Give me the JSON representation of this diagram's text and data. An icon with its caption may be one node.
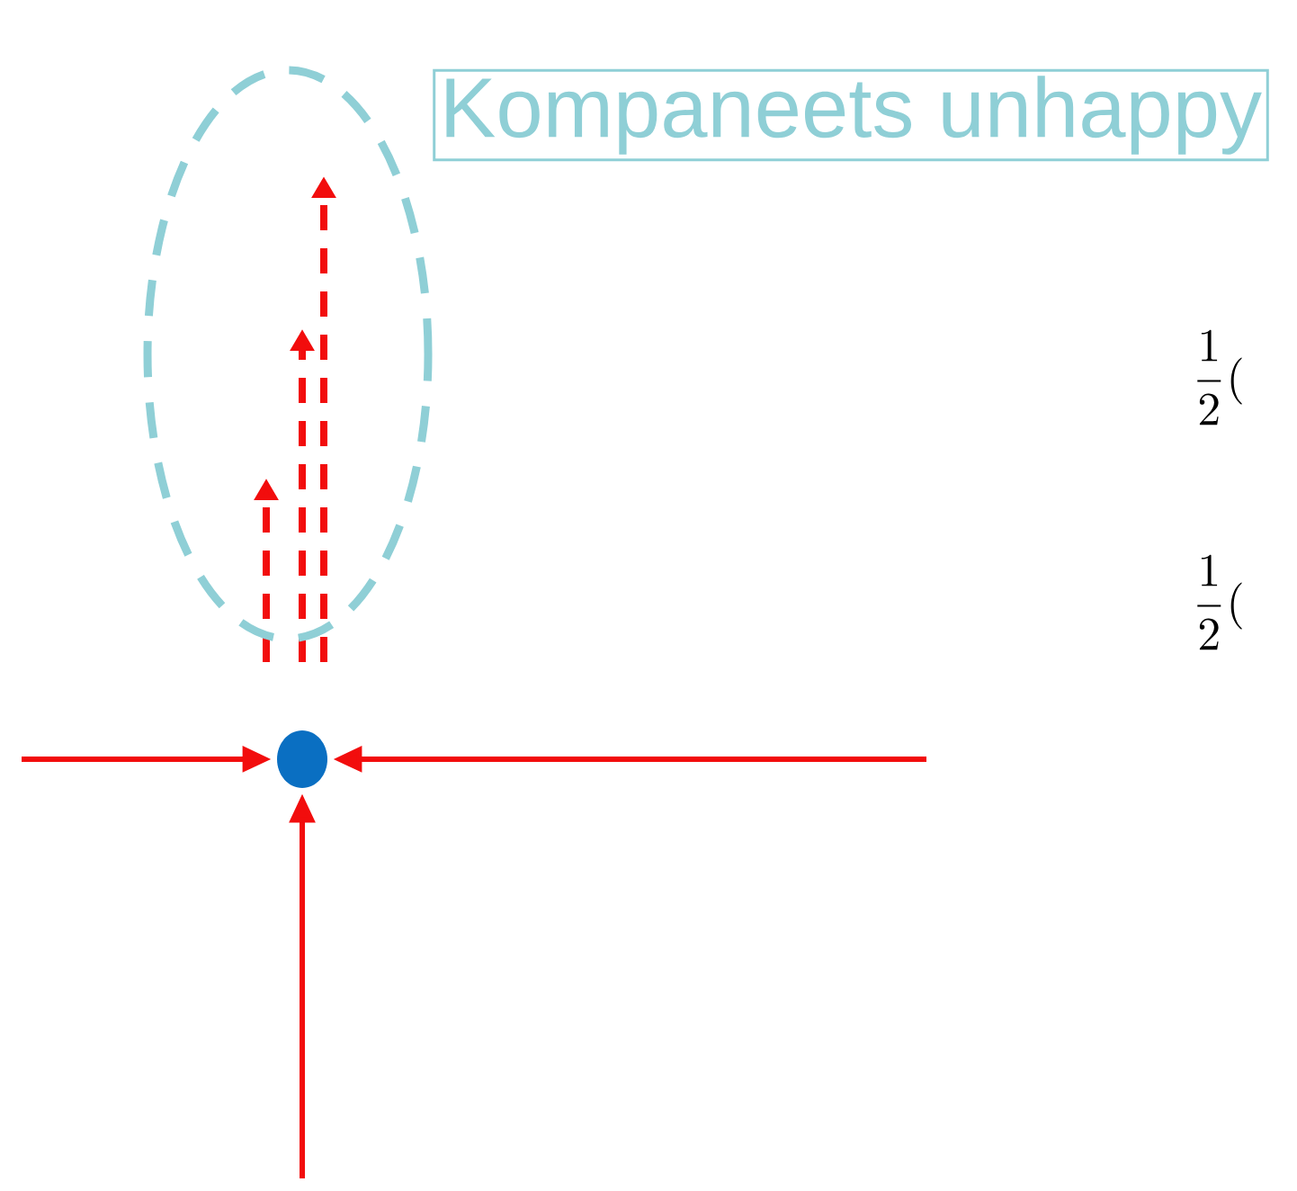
{
  "diagram": {
    "nodes": [
      {
        "text": [
          "Kompaneets unhappy"
        ]
      },
      {
        "text": [],
        "shape": "ellipse"
      },
      {
        "text": [],
        "shape": "circle"
      }
    ],
    "edges": [
      {
        "from": null,
        "to": 2,
        "arrow": "to"
      },
      {
        "from": null,
        "to": 2,
        "arrow": "to"
      },
      {
        "from": null,
        "to": 2,
        "arrow": "to"
      }
    ],
    "labels": [
      "\\frac{1}{2}(",
      "\\frac{1}{2}("
    ]
  }
}
